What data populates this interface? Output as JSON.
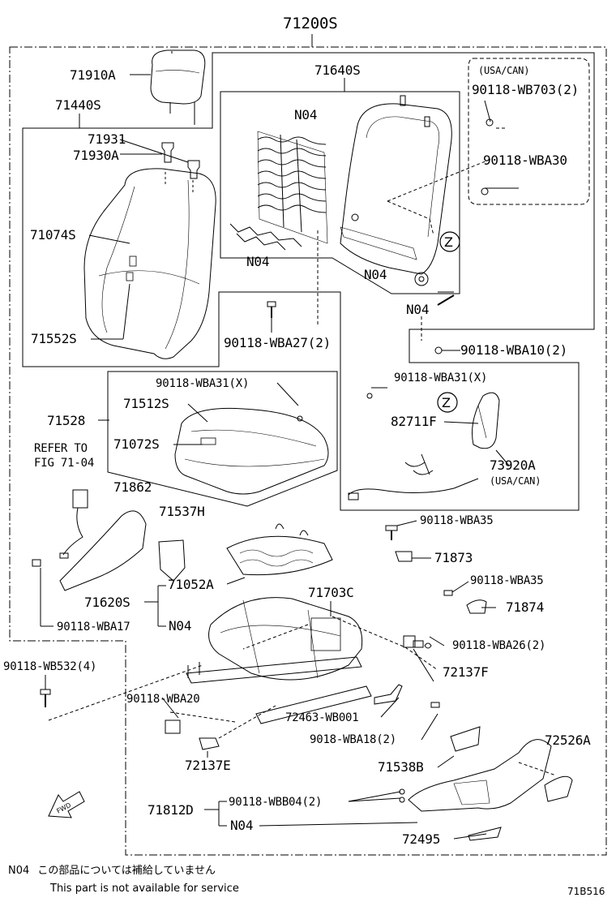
{
  "labels": {
    "assembly": "71200S",
    "headrest": "71910A",
    "back_assy": "71440S",
    "frame_assy": "71640S",
    "spring_n04_top": "N04",
    "spring_n04_bottom": "N04",
    "frame_n04": "N04",
    "frame_n04_bolt": "N04",
    "usa_can_top": "(USA/CAN)",
    "bolt_wb703": "90118-WB703(2)",
    "bolt_wba30": "90118-WBA30",
    "z_top": "Z",
    "support_71931": "71931",
    "support_71930a": "71930A",
    "back_cover": "71074S",
    "back_pad": "71552S",
    "bolt_wba27": "90118-WBA27(2)",
    "bolt_wba10": "90118-WBA10(2)",
    "bolt_wba31_cushion": "90118-WBA31(X)",
    "cushion_71528": "71528",
    "cushion_71512s": "71512S",
    "cushion_71072s": "71072S",
    "refer_to_1": "REFER TO",
    "refer_to_2": "FIG 71-04",
    "bolt_wba31_side": "90118-WBA31(X)",
    "z_side": "Z",
    "wire_82711f": "82711F",
    "airbag_73920a": "73920A",
    "usa_can_bottom": "(USA/CAN)",
    "cover_71862": "71862",
    "part_71537h": "71537H",
    "bolt_wba35_a": "90118-WBA35",
    "part_71873": "71873",
    "spring_71052a": "71052A",
    "adjuster_71703c": "71703C",
    "bolt_wba35_b": "90118-WBA35",
    "part_71874": "71874",
    "part_71620s": "71620S",
    "n04_71620s": "N04",
    "bolt_wba17": "90118-WBA17",
    "bolt_wba26": "90118-WBA26(2)",
    "bolt_wb532": "90118-WB532(4)",
    "part_72137f": "72137F",
    "bolt_wba20": "90118-WBA20",
    "part_72463": "72463-WB001",
    "bolt_9018": "9018-WBA18(2)",
    "part_72137e": "72137E",
    "part_71538b": "71538B",
    "part_72526a": "72526A",
    "part_71812d": "71812D",
    "bolt_wbb04": "90118-WBB04(2)",
    "n04_71812d": "N04",
    "part_72495": "72495",
    "fwd": "FWD"
  },
  "footer": {
    "note_code": "N04",
    "note_jp": "この部品については補給していません",
    "note_en": "This part is not available for service",
    "fig_id": "71B516"
  }
}
